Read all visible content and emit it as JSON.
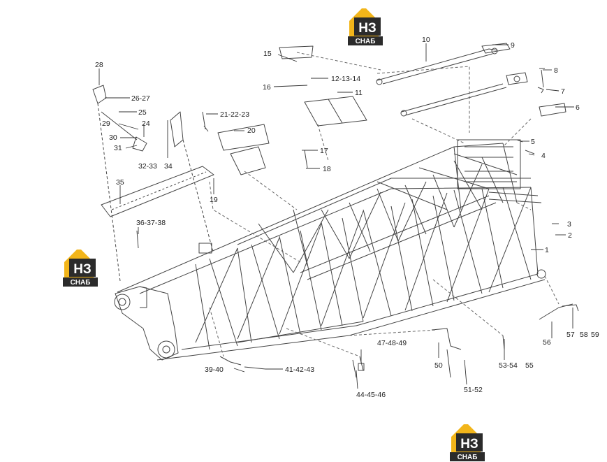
{
  "brand": {
    "mark": "НЗ",
    "word": "СНАБ",
    "house_color": "#f2b51a",
    "dark_color": "#2b2b2b"
  },
  "callouts": [
    "28",
    "26-27",
    "25",
    "29",
    "24",
    "30",
    "31",
    "32-33",
    "34",
    "35",
    "36-37-38",
    "15",
    "16",
    "12-13-14",
    "11",
    "10",
    "9",
    "8",
    "7",
    "6",
    "5",
    "4",
    "21-22-23",
    "20",
    "17",
    "18",
    "19",
    "3",
    "2",
    "1",
    "39-40",
    "41-42-43",
    "44-45-46",
    "47-48-49",
    "50",
    "51-52",
    "53-54",
    "55",
    "56",
    "57",
    "58",
    "59"
  ]
}
